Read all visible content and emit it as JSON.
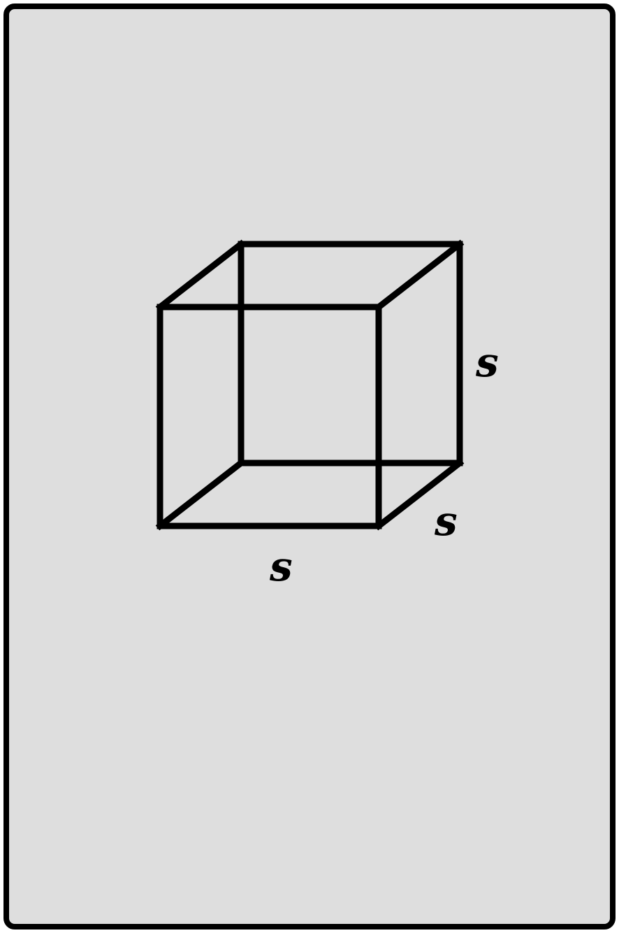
{
  "diagram": {
    "shape": "cube",
    "labels": {
      "height": "s",
      "depth": "s",
      "width": "s"
    }
  },
  "colors": {
    "background": "#dedede",
    "stroke": "#000000"
  }
}
